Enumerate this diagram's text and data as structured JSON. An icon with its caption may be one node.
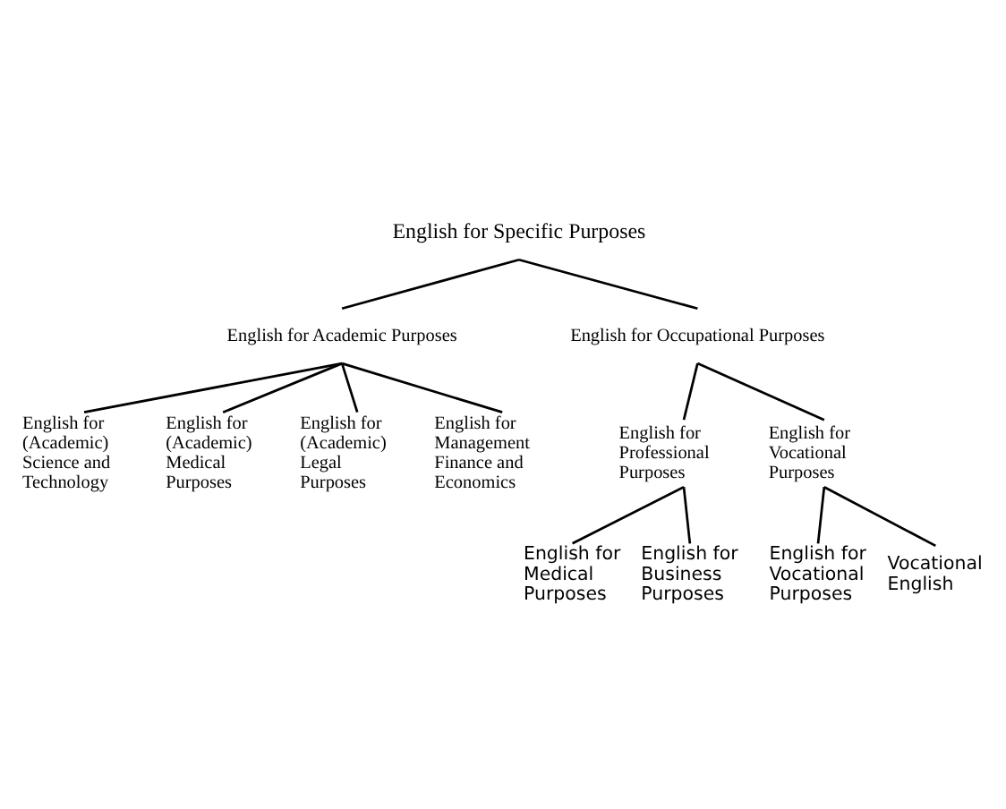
{
  "diagram": {
    "nodes": [
      {
        "text": [
          "English for Specific Purposes"
        ]
      },
      {
        "text": [
          "English for Academic Purposes"
        ]
      },
      {
        "text": [
          "English for Occupational Purposes"
        ]
      },
      {
        "text": [
          "English for (Academic) Science and Technology"
        ]
      },
      {
        "text": [
          "English for (Academic) Medical Purposes"
        ]
      },
      {
        "text": [
          "English for (Academic) Legal Purposes"
        ]
      },
      {
        "text": [
          "English for Management Finance and Economics"
        ]
      },
      {
        "text": [
          "English for Professional Purposes"
        ]
      },
      {
        "text": [
          "English for Vocational Purposes"
        ]
      },
      {
        "text": [
          "English for Medical Purposes"
        ]
      },
      {
        "text": [
          "English for Business Purposes"
        ]
      },
      {
        "text": [
          "English for Vocational Purposes"
        ]
      },
      {
        "text": [
          "Vocational English"
        ]
      }
    ],
    "edges": [
      {
        "from": 0,
        "to": 1,
        "arrow": "none"
      },
      {
        "from": 0,
        "to": 2,
        "arrow": "none"
      },
      {
        "from": 1,
        "to": 3,
        "arrow": "none"
      },
      {
        "from": 1,
        "to": 4,
        "arrow": "none"
      },
      {
        "from": 1,
        "to": 5,
        "arrow": "none"
      },
      {
        "from": 1,
        "to": 6,
        "arrow": "none"
      },
      {
        "from": 2,
        "to": 7,
        "arrow": "none"
      },
      {
        "from": 2,
        "to": 8,
        "arrow": "none"
      },
      {
        "from": 7,
        "to": 9,
        "arrow": "none"
      },
      {
        "from": 7,
        "to": 10,
        "arrow": "none"
      },
      {
        "from": 8,
        "to": 11,
        "arrow": "none"
      },
      {
        "from": 8,
        "to": 12,
        "arrow": "none"
      }
    ]
  }
}
